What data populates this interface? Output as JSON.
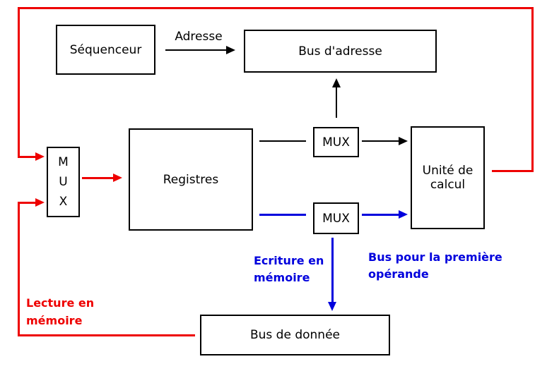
{
  "colors": {
    "box_border": "#000000",
    "red_path": "#ee0000",
    "blue_path": "#0000dd",
    "black_arrow": "#000000",
    "background": "#ffffff"
  },
  "boxes": {
    "sequenceur": {
      "label": "Séquenceur"
    },
    "bus_adresse": {
      "label": "Bus d'adresse"
    },
    "mux_left": {
      "letters": [
        "M",
        "U",
        "X"
      ]
    },
    "registres": {
      "label": "Registres"
    },
    "mux_top": {
      "label": "MUX"
    },
    "mux_bottom": {
      "label": "MUX"
    },
    "unite_calcul": {
      "label": "Unité de calcul"
    },
    "bus_donnee": {
      "label": "Bus de donnée"
    }
  },
  "labels": {
    "adresse": "Adresse",
    "ecriture_memoire": {
      "line1": "Ecriture en",
      "line2": "mémoire"
    },
    "bus_premiere_operande": {
      "line1": "Bus pour la première",
      "line2": "opérande"
    },
    "lecture_memoire": {
      "line1": "Lecture en",
      "line2": "mémoire"
    }
  }
}
